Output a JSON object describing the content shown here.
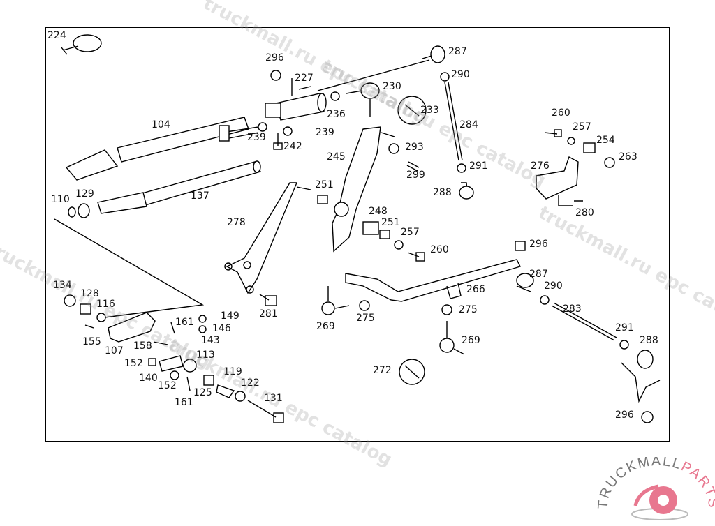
{
  "diagram": {
    "part_labels": [
      "224",
      "296",
      "227",
      "287",
      "290",
      "230",
      "236",
      "233",
      "239",
      "239",
      "242",
      "104",
      "284",
      "260",
      "257",
      "254",
      "263",
      "293",
      "245",
      "299",
      "291",
      "276",
      "288",
      "280",
      "110",
      "129",
      "137",
      "251",
      "278",
      "248",
      "251",
      "257",
      "260",
      "296",
      "287",
      "290",
      "266",
      "134",
      "128",
      "116",
      "149",
      "161",
      "146",
      "275",
      "283",
      "281",
      "269",
      "275",
      "291",
      "155",
      "143",
      "269",
      "288",
      "107",
      "158",
      "113",
      "152",
      "119",
      "272",
      "140",
      "152",
      "122",
      "125",
      "131",
      "161",
      "296"
    ]
  },
  "watermarks": [
    "truckmall.ru epc catalog",
    "truckmall.ru epc catalog",
    "truckmall.ru epc catalog",
    "truckmall.ru epc catalog",
    "truckmall.ru epc catalog"
  ],
  "logo": {
    "text_dark": "TRUCKMALL",
    "text_accent": "PARTS",
    "accent_color": "#e8778f",
    "dark_color": "#777777"
  }
}
